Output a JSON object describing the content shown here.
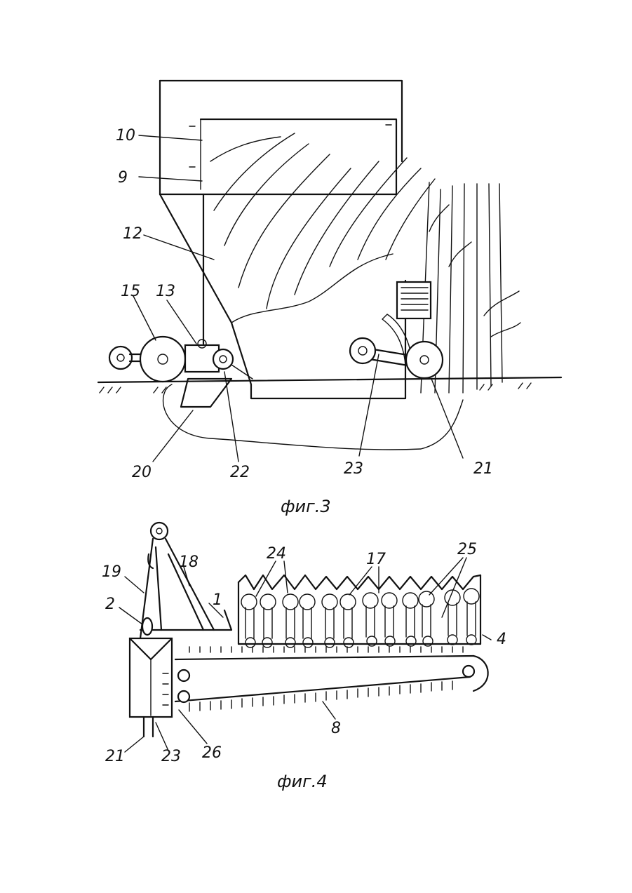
{
  "figure3": {
    "caption": "фиг.3",
    "labels": [
      "10",
      "9",
      "12",
      "15",
      "13",
      "20",
      "22",
      "23",
      "21"
    ]
  },
  "figure4": {
    "caption": "фиг.4",
    "labels": [
      "24",
      "17",
      "25",
      "19",
      "18",
      "1",
      "2",
      "4",
      "8",
      "21",
      "23",
      "26"
    ]
  }
}
